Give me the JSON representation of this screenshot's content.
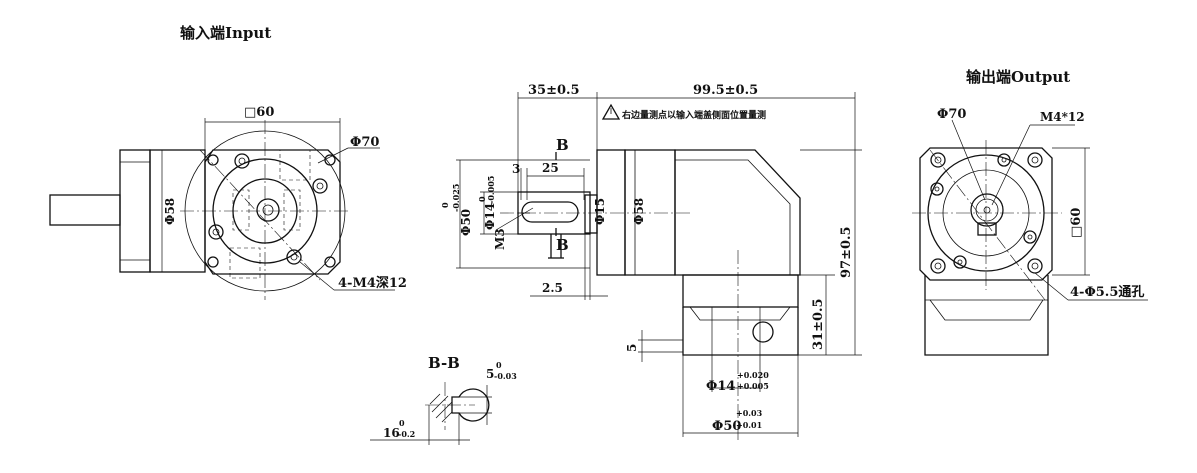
{
  "views": {
    "input": {
      "title": "输入端Input"
    },
    "output": {
      "title": "输出端Output"
    },
    "section": {
      "title": "B-B"
    }
  },
  "dims": {
    "input_square": "□60",
    "input_phi70": "Φ70",
    "input_phi58": "Φ58",
    "input_holes": "4-M4深12",
    "len_35": "35±0.5",
    "len_99": "99.5±0.5",
    "note": "右边量测点以输入端盖侧面位置量测",
    "section_b": "B",
    "key_3": "3",
    "key_25": "25",
    "shaft_phi50": "Φ50",
    "shaft_phi50_tol": "0",
    "shaft_phi50_tol2": "-0.025",
    "shaft_phi14": "Φ14",
    "shaft_phi14_tol": "0",
    "shaft_phi14_tol2": "-0.005",
    "thread_m3": "M3",
    "phi15": "Φ15",
    "side_phi58": "Φ58",
    "len_2_5": "2.5",
    "h_97": "97±0.5",
    "h_31": "31±0.5",
    "depth_5": "5",
    "bore_phi14": "Φ14",
    "bore_phi14_tol1": "+0.020",
    "bore_phi14_tol2": "+0.005",
    "bore_phi50": "Φ50",
    "bore_phi50_tol1": "+0.03",
    "bore_phi50_tol2": "+0.01",
    "out_phi70": "Φ70",
    "out_m4": "M4*12",
    "out_square": "□60",
    "out_holes": "4-Φ5.5通孔",
    "sec_key": "5",
    "sec_key_tol1": "0",
    "sec_key_tol2": "-0.03",
    "sec_16": "16",
    "sec_16_tol1": "0",
    "sec_16_tol2": "-0.2"
  }
}
